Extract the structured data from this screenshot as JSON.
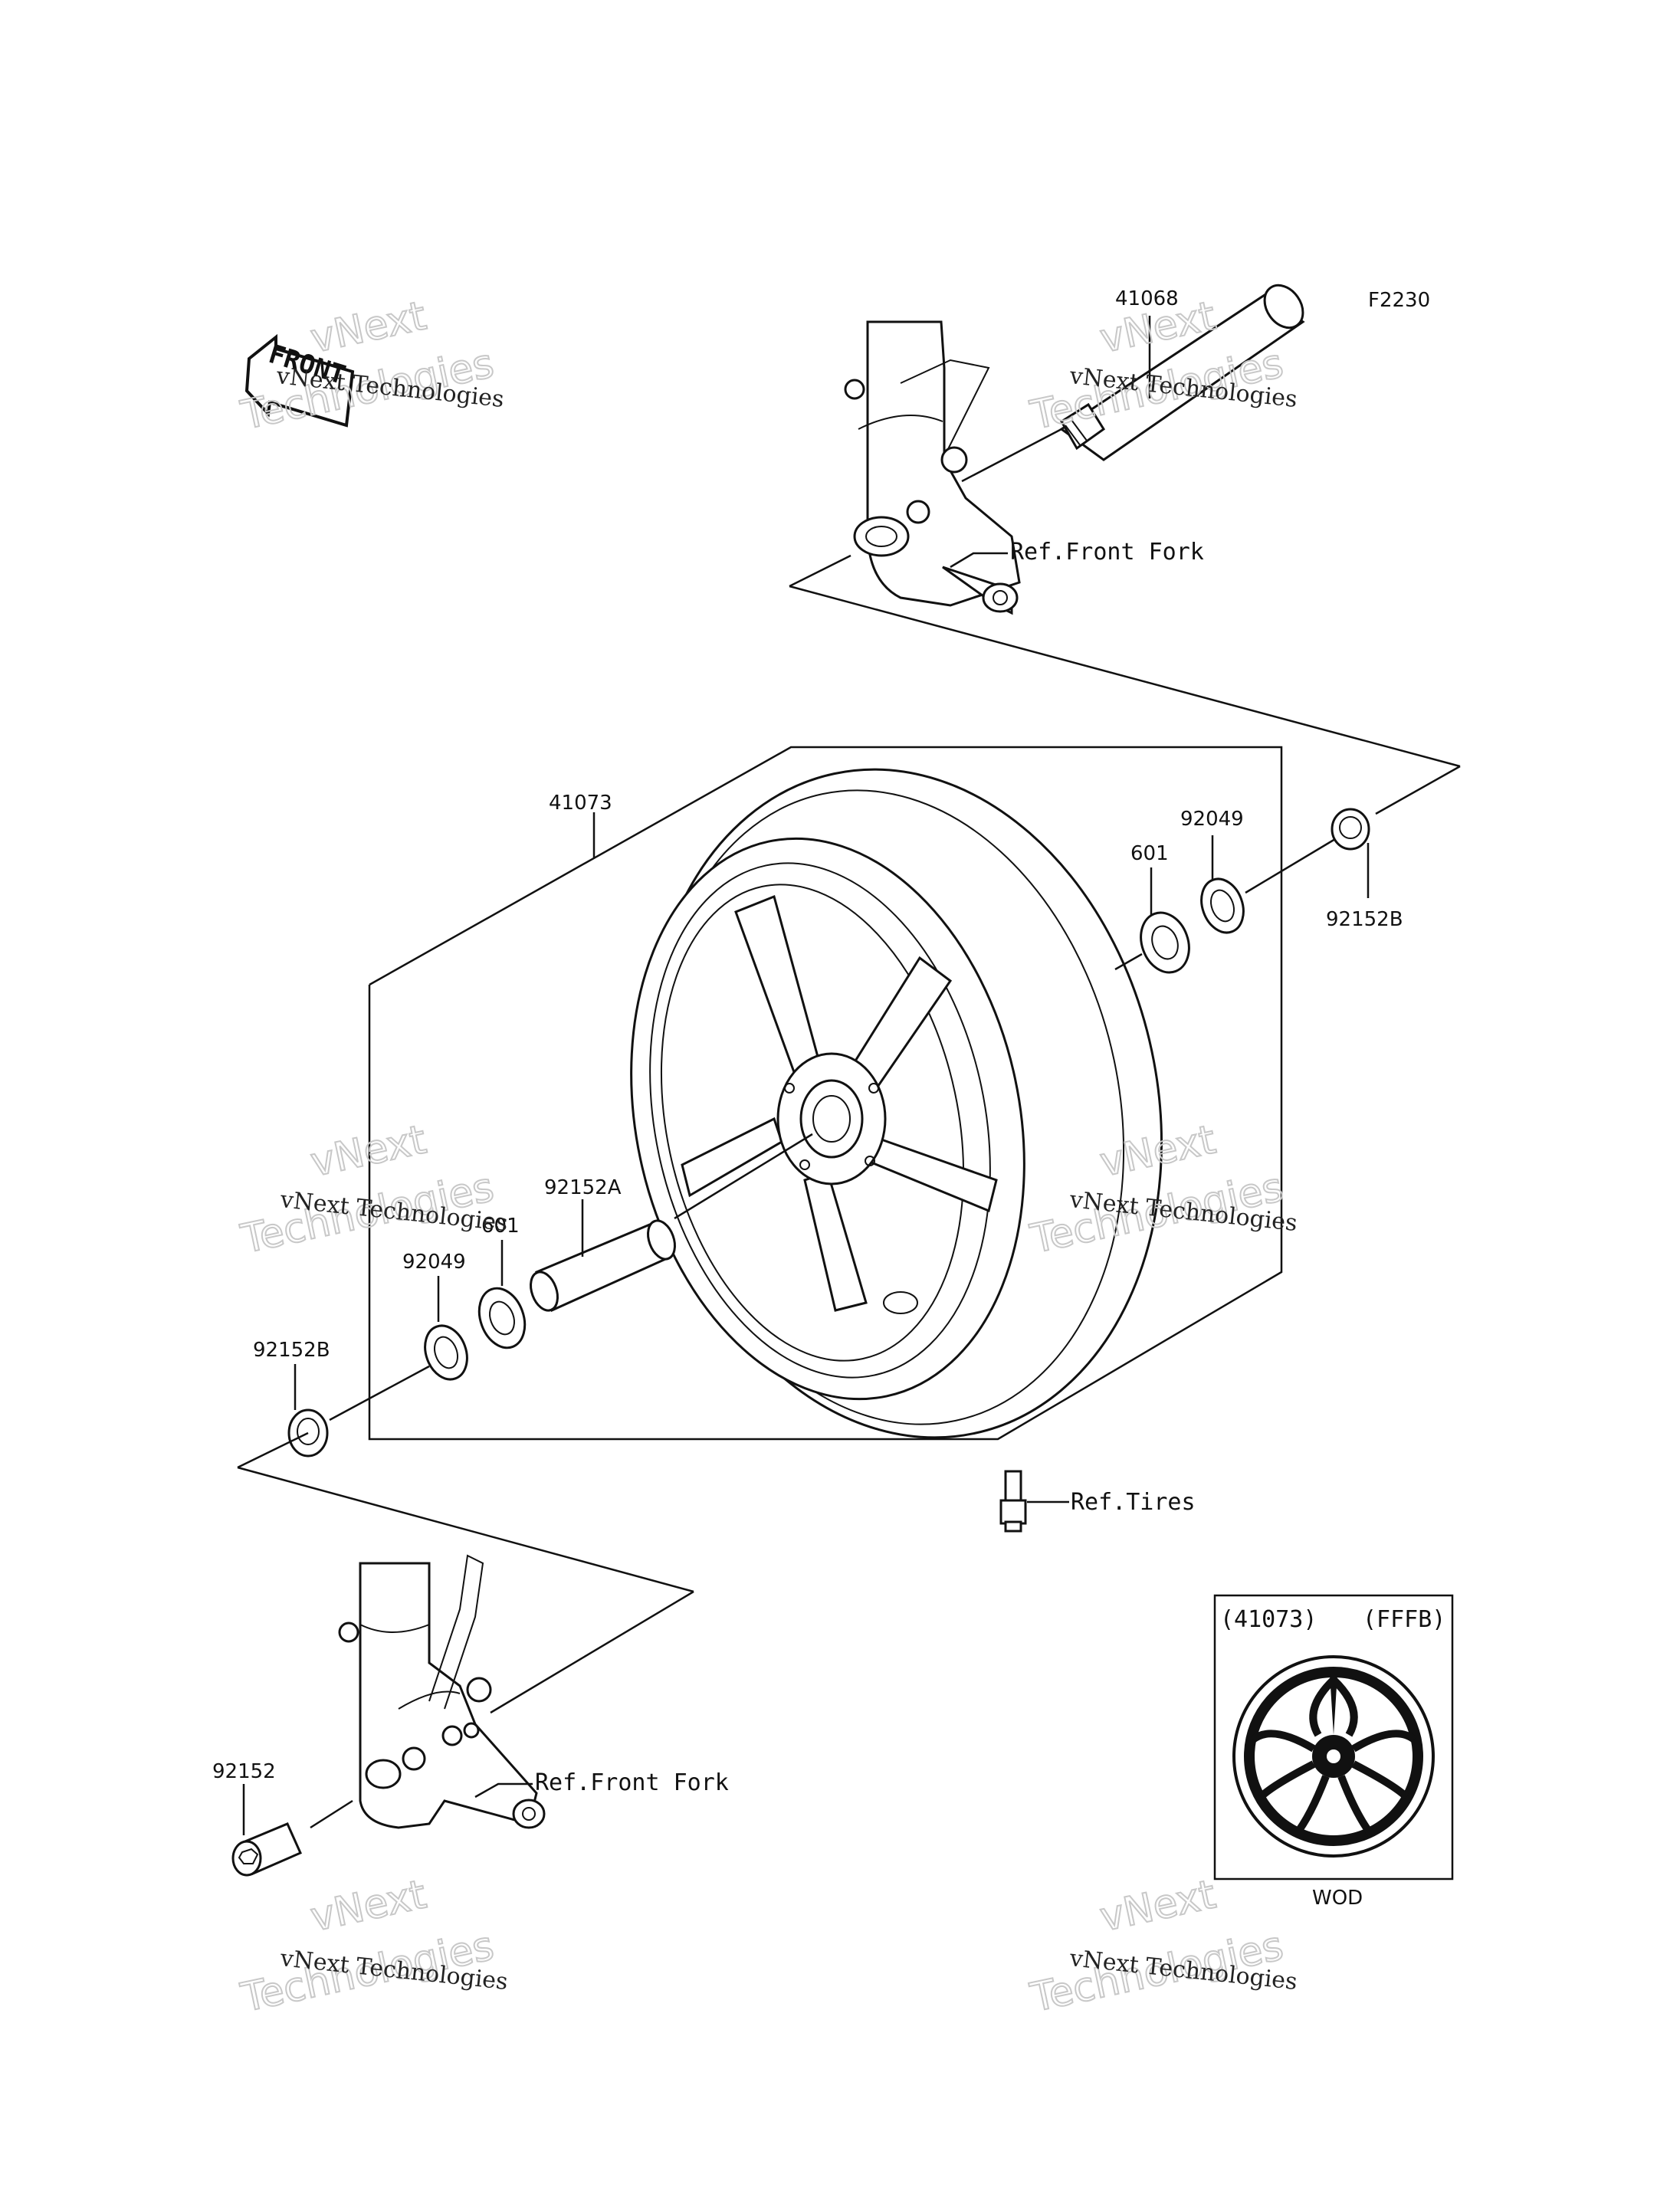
{
  "diagram_code": "F2230",
  "front_arrow_text": "FRONT",
  "watermark": {
    "line1": "vNext Technologies",
    "line2": "vNext",
    "line3": "Technologies"
  },
  "parts": {
    "axle": "41068",
    "wheel": "41073",
    "bearing_right": "601",
    "seal_right": "92049",
    "collar_right": "92152B",
    "spacer": "92152A",
    "bearing_left": "601",
    "seal_left": "92049",
    "collar_left": "92152B",
    "collar_bottom": "92152"
  },
  "refs": {
    "front_fork_top": "Ref.Front Fork",
    "front_fork_bottom": "Ref.Front Fork",
    "tires": "Ref.Tires"
  },
  "inset": {
    "part": "(41073)",
    "variant": "(FFFB)",
    "color_code": "WOD"
  }
}
